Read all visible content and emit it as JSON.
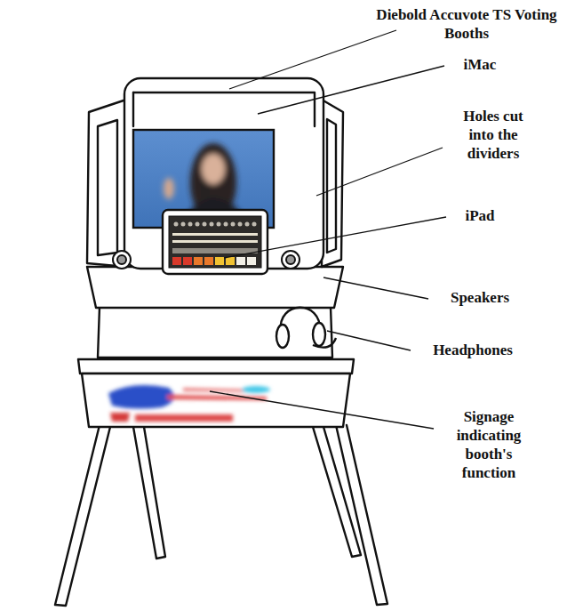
{
  "diagram": {
    "labels": [
      "Diebold Accuvote TS Voting Booths",
      "iMac",
      "Holes cut into the dividers",
      "iPad",
      "Speakers",
      "Headphones",
      "Signage indicating booth's function"
    ]
  }
}
